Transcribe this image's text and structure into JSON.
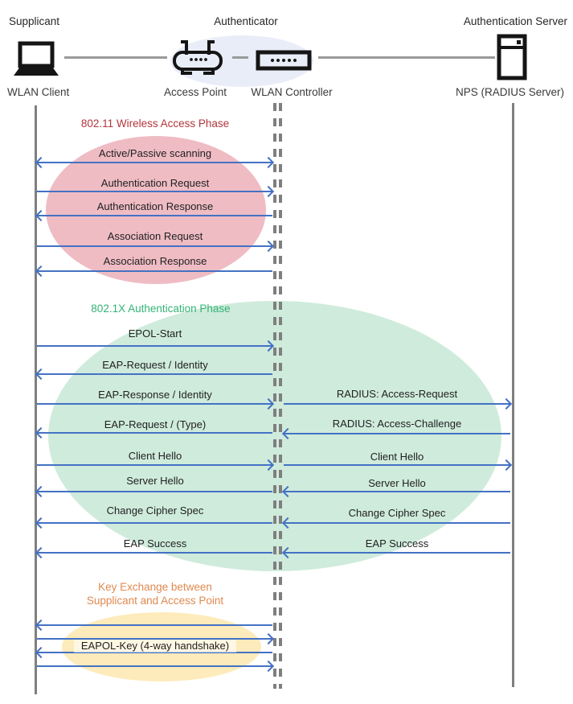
{
  "roles": {
    "supplicant": "Supplicant",
    "authenticator": "Authenticator",
    "auth_server": "Authentication Server"
  },
  "nodes": {
    "client": "WLAN Client",
    "ap": "Access Point",
    "controller": "WLAN Controller",
    "server": "NPS (RADIUS Server)"
  },
  "icons": [
    "laptop-icon",
    "access-point-icon",
    "wlan-controller-icon",
    "server-icon"
  ],
  "colors": {
    "arrow_blue": "#4472C4",
    "lifeline_gray": "#7F7F7F",
    "phase1_title": "#B3353B",
    "phase1_fill": "#EFBCC4",
    "phase2_title": "#33B375",
    "phase2_fill": "#CFEBDC",
    "phase3_title": "#E08A4F",
    "phase3_fill": "#FDEBBB",
    "authenticator_fill": "#E9EDF8"
  },
  "phases": [
    {
      "title": "802.11 Wireless Access Phase",
      "messages": [
        {
          "label": "Active/Passive scanning",
          "direction": "both"
        },
        {
          "label": "Authentication Request",
          "direction": "right"
        },
        {
          "label": "Authentication Response",
          "direction": "left"
        },
        {
          "label": "Association Request",
          "direction": "right"
        },
        {
          "label": "Association Response",
          "direction": "left"
        }
      ]
    },
    {
      "title": "802.1X Authentication Phase",
      "left_messages": [
        {
          "label": "EPOL-Start",
          "direction": "right"
        },
        {
          "label": "EAP-Request / Identity",
          "direction": "left"
        },
        {
          "label": "EAP-Response / Identity",
          "direction": "right"
        },
        {
          "label": "EAP-Request / (Type)",
          "direction": "left"
        },
        {
          "label": "Client Hello",
          "direction": "right"
        },
        {
          "label": "Server Hello",
          "direction": "left"
        },
        {
          "label": "Change Cipher Spec",
          "direction": "left"
        },
        {
          "label": "EAP Success",
          "direction": "left"
        }
      ],
      "right_messages": [
        {
          "label": "RADIUS: Access-Request",
          "direction": "right"
        },
        {
          "label": "RADIUS: Access-Challenge",
          "direction": "left"
        },
        {
          "label": "Client Hello",
          "direction": "right"
        },
        {
          "label": "Server Hello",
          "direction": "left"
        },
        {
          "label": "Change Cipher Spec",
          "direction": "left"
        },
        {
          "label": "EAP Success",
          "direction": "left"
        }
      ]
    },
    {
      "title_lines": [
        "Key Exchange between",
        "Supplicant and Access Point"
      ],
      "label": "EAPOL-Key (4-way handshake)",
      "arrows": [
        "left",
        "right",
        "left",
        "right"
      ]
    }
  ]
}
